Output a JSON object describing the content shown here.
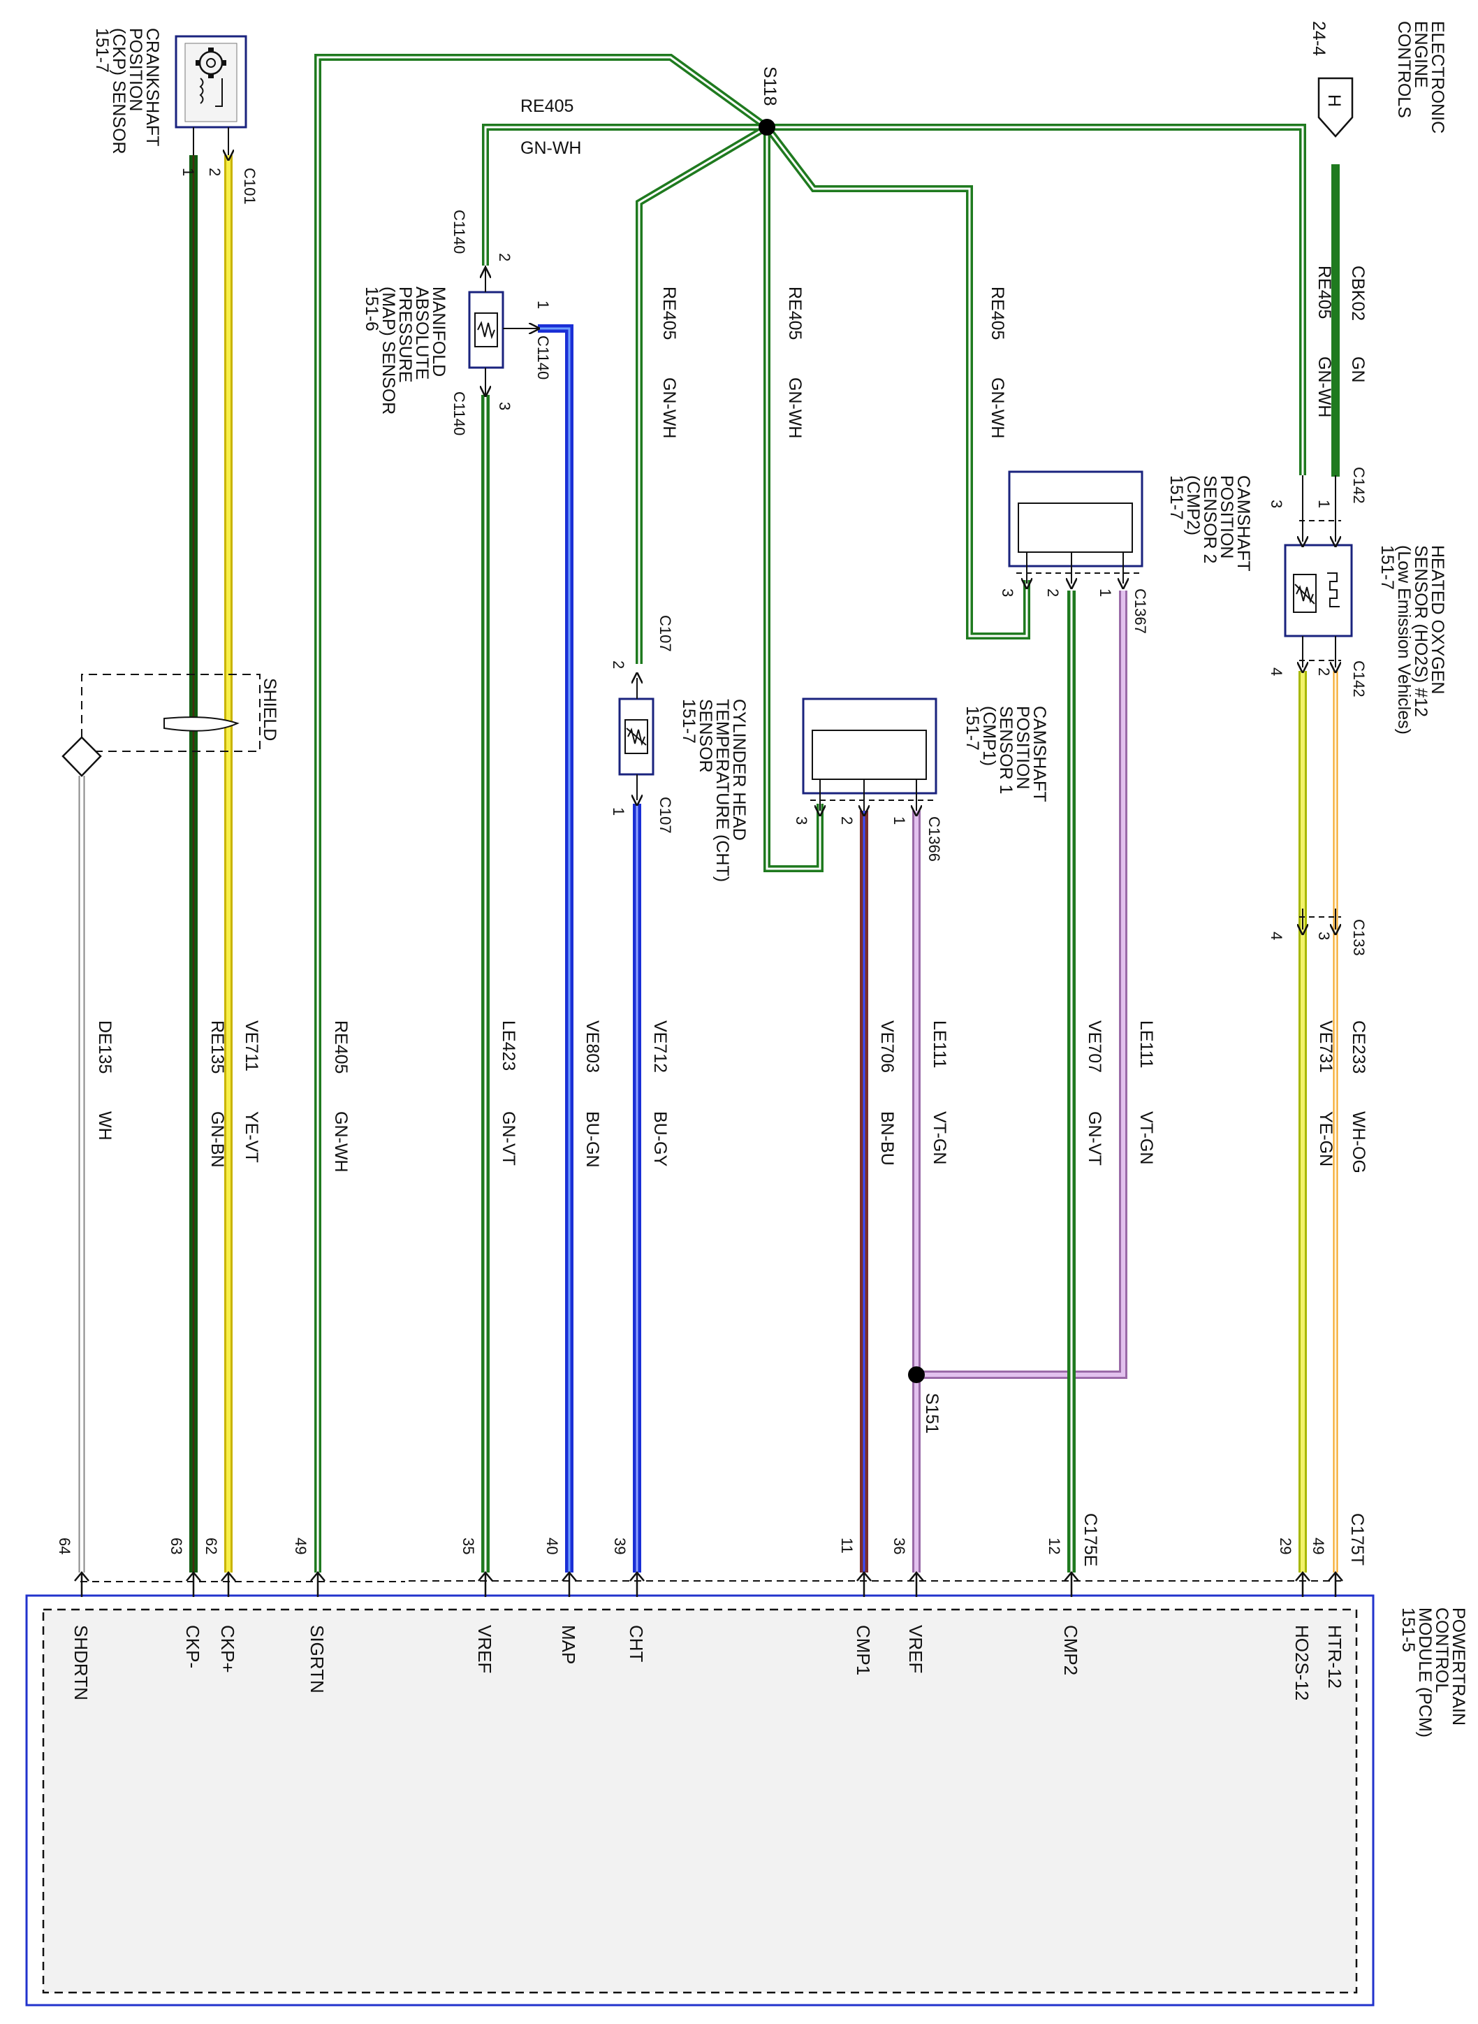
{
  "module": {
    "name_lines": [
      "POWERTRAIN",
      "CONTROL",
      "MODULE (PCM)",
      "151-5"
    ],
    "connector_left": "C175E",
    "connector_right": "C175T"
  },
  "splices": {
    "s118": "S118",
    "s151": "S151"
  },
  "ecc": {
    "lines": [
      "ELECTRONIC",
      "ENGINE",
      "CONTROLS"
    ],
    "ref": "24-4",
    "letter": "H"
  },
  "shield": {
    "label": "SHIELD"
  },
  "components": {
    "ckp": {
      "lines": [
        "CRANKSHAFT",
        "POSITION",
        "(CKP) SENSOR",
        "151-7"
      ],
      "connector": "C101",
      "pin1": "1",
      "pin2": "2"
    },
    "map": {
      "lines": [
        "MANIFOLD",
        "ABSOLUTE",
        "PRESSURE",
        "(MAP) SENSOR",
        "151-6"
      ],
      "conn_top": "C1140",
      "conn_side": "C1140",
      "conn_bottom": "C1140",
      "pin2": "2",
      "pin1": "1",
      "pin3": "3"
    },
    "cht": {
      "lines": [
        "CYLINDER HEAD",
        "TEMPERATURE (CHT)",
        "SENSOR",
        "151-7"
      ],
      "conn_top": "C107",
      "conn_bottom": "C107",
      "pin2": "2",
      "pin1": "1"
    },
    "cmp1": {
      "lines": [
        "CAMSHAFT",
        "POSITION",
        "SENSOR 1",
        "(CMP1)",
        "151-7"
      ],
      "connector": "C1366",
      "pin1": "1",
      "pin2": "2",
      "pin3": "3"
    },
    "cmp2": {
      "lines": [
        "CAMSHAFT",
        "POSITION",
        "SENSOR 2",
        "(CMP2)",
        "151-7"
      ],
      "connector": "C1367",
      "pin1": "1",
      "pin2": "2",
      "pin3": "3"
    },
    "ho2s": {
      "lines": [
        "HEATED OXYGEN",
        "SENSOR (HO2S) #12",
        "(Low Emission Vehicles)",
        "151-7"
      ],
      "conn_top": "C142",
      "conn_bottom": "C142",
      "pin1": "1",
      "pin3": "3",
      "pin2": "2",
      "pin4": "4"
    },
    "c133": {
      "connector": "C133",
      "pin3": "3",
      "pin4": "4"
    }
  },
  "wires": {
    "re405_top": {
      "circuit": "RE405",
      "color": "GN-WH"
    },
    "cmp1_ret": {
      "circuit": "RE405",
      "color": "GN-WH"
    },
    "cmp2_ret": {
      "circuit": "RE405",
      "color": "GN-WH"
    },
    "cht_ret": {
      "circuit": "RE405",
      "color": "GN-WH"
    },
    "ho2s_ret": {
      "circuit": "RE405",
      "color": "GN-WH"
    },
    "cbk02": {
      "circuit": "CBK02",
      "color": "GN"
    },
    "de135": {
      "circuit": "DE135",
      "color": "WH"
    },
    "re135": {
      "circuit": "RE135",
      "color": "GN-BN"
    },
    "ve711": {
      "circuit": "VE711",
      "color": "YE-VT"
    },
    "sigrtn": {
      "circuit": "RE405",
      "color": "GN-WH"
    },
    "le423": {
      "circuit": "LE423",
      "color": "GN-VT"
    },
    "ve803": {
      "circuit": "VE803",
      "color": "BU-GN"
    },
    "ve712": {
      "circuit": "VE712",
      "color": "BU-GY"
    },
    "ve706": {
      "circuit": "VE706",
      "color": "BN-BU"
    },
    "le111a": {
      "circuit": "LE111",
      "color": "VT-GN"
    },
    "ve707": {
      "circuit": "VE707",
      "color": "GN-VT"
    },
    "le111b": {
      "circuit": "LE111",
      "color": "VT-GN"
    },
    "ve731": {
      "circuit": "VE731",
      "color": "YE-GN"
    },
    "ce233": {
      "circuit": "CE233",
      "color": "WH-OG"
    }
  },
  "pcm_pins": [
    {
      "num": "64",
      "label": "SHDRTN"
    },
    {
      "num": "63",
      "label": "CKP-"
    },
    {
      "num": "62",
      "label": "CKP+"
    },
    {
      "num": "49",
      "label": "SIGRTN"
    },
    {
      "num": "35",
      "label": "VREF"
    },
    {
      "num": "40",
      "label": "MAP"
    },
    {
      "num": "39",
      "label": "CHT"
    },
    {
      "num": "11",
      "label": "CMP1"
    },
    {
      "num": "36",
      "label": "VREF"
    },
    {
      "num": "12",
      "label": "CMP2"
    },
    {
      "num": "29",
      "label": "HO2S-12"
    },
    {
      "num": "49",
      "label": "HTR-12"
    }
  ],
  "colors": {
    "green": "#1f7a1f",
    "dark_green": "#0f5a0f",
    "yellow": "#f2e600",
    "blue": "#1a2fd6",
    "violet": "#d7a6e6",
    "brown": "#7a2e2e",
    "orange": "#f5a623",
    "module_border": "#2233cc",
    "component_border": "#1a237e"
  }
}
